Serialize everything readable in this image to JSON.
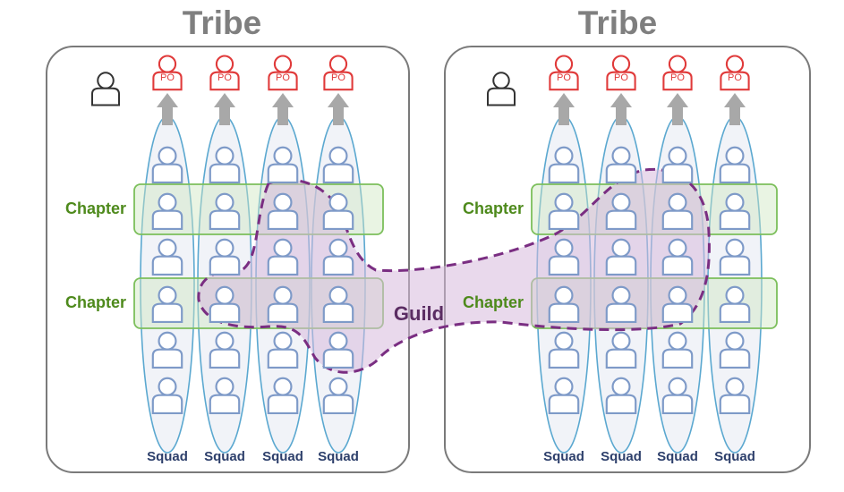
{
  "tribes": [
    {
      "title": "Tribe",
      "squads": [
        {
          "label": "Squad",
          "po": "PO"
        },
        {
          "label": "Squad",
          "po": "PO"
        },
        {
          "label": "Squad",
          "po": "PO"
        },
        {
          "label": "Squad",
          "po": "PO"
        }
      ],
      "chapters": [
        {
          "label": "Chapter"
        },
        {
          "label": "Chapter"
        }
      ]
    },
    {
      "title": "Tribe",
      "squads": [
        {
          "label": "Squad",
          "po": "PO"
        },
        {
          "label": "Squad",
          "po": "PO"
        },
        {
          "label": "Squad",
          "po": "PO"
        },
        {
          "label": "Squad",
          "po": "PO"
        }
      ],
      "chapters": [
        {
          "label": "Chapter"
        },
        {
          "label": "Chapter"
        }
      ]
    }
  ],
  "guild": {
    "label": "Guild"
  },
  "colors": {
    "tribe_border": "#7a7a7a",
    "squad_fill": "#eef1f7",
    "squad_stroke": "#5ba8d0",
    "person_stroke": "#7e9ac8",
    "po_stroke": "#e03a3a",
    "chapter_fill": "#cfe6c0",
    "chapter_stroke": "#7cbf5b",
    "guild_stroke": "#7a2e82",
    "guild_fill": "#d7b9dd",
    "arrow": "#a8a8a8"
  },
  "icons": [
    "lead-person-icon",
    "po-person-icon",
    "person-icon",
    "up-arrow-icon"
  ]
}
